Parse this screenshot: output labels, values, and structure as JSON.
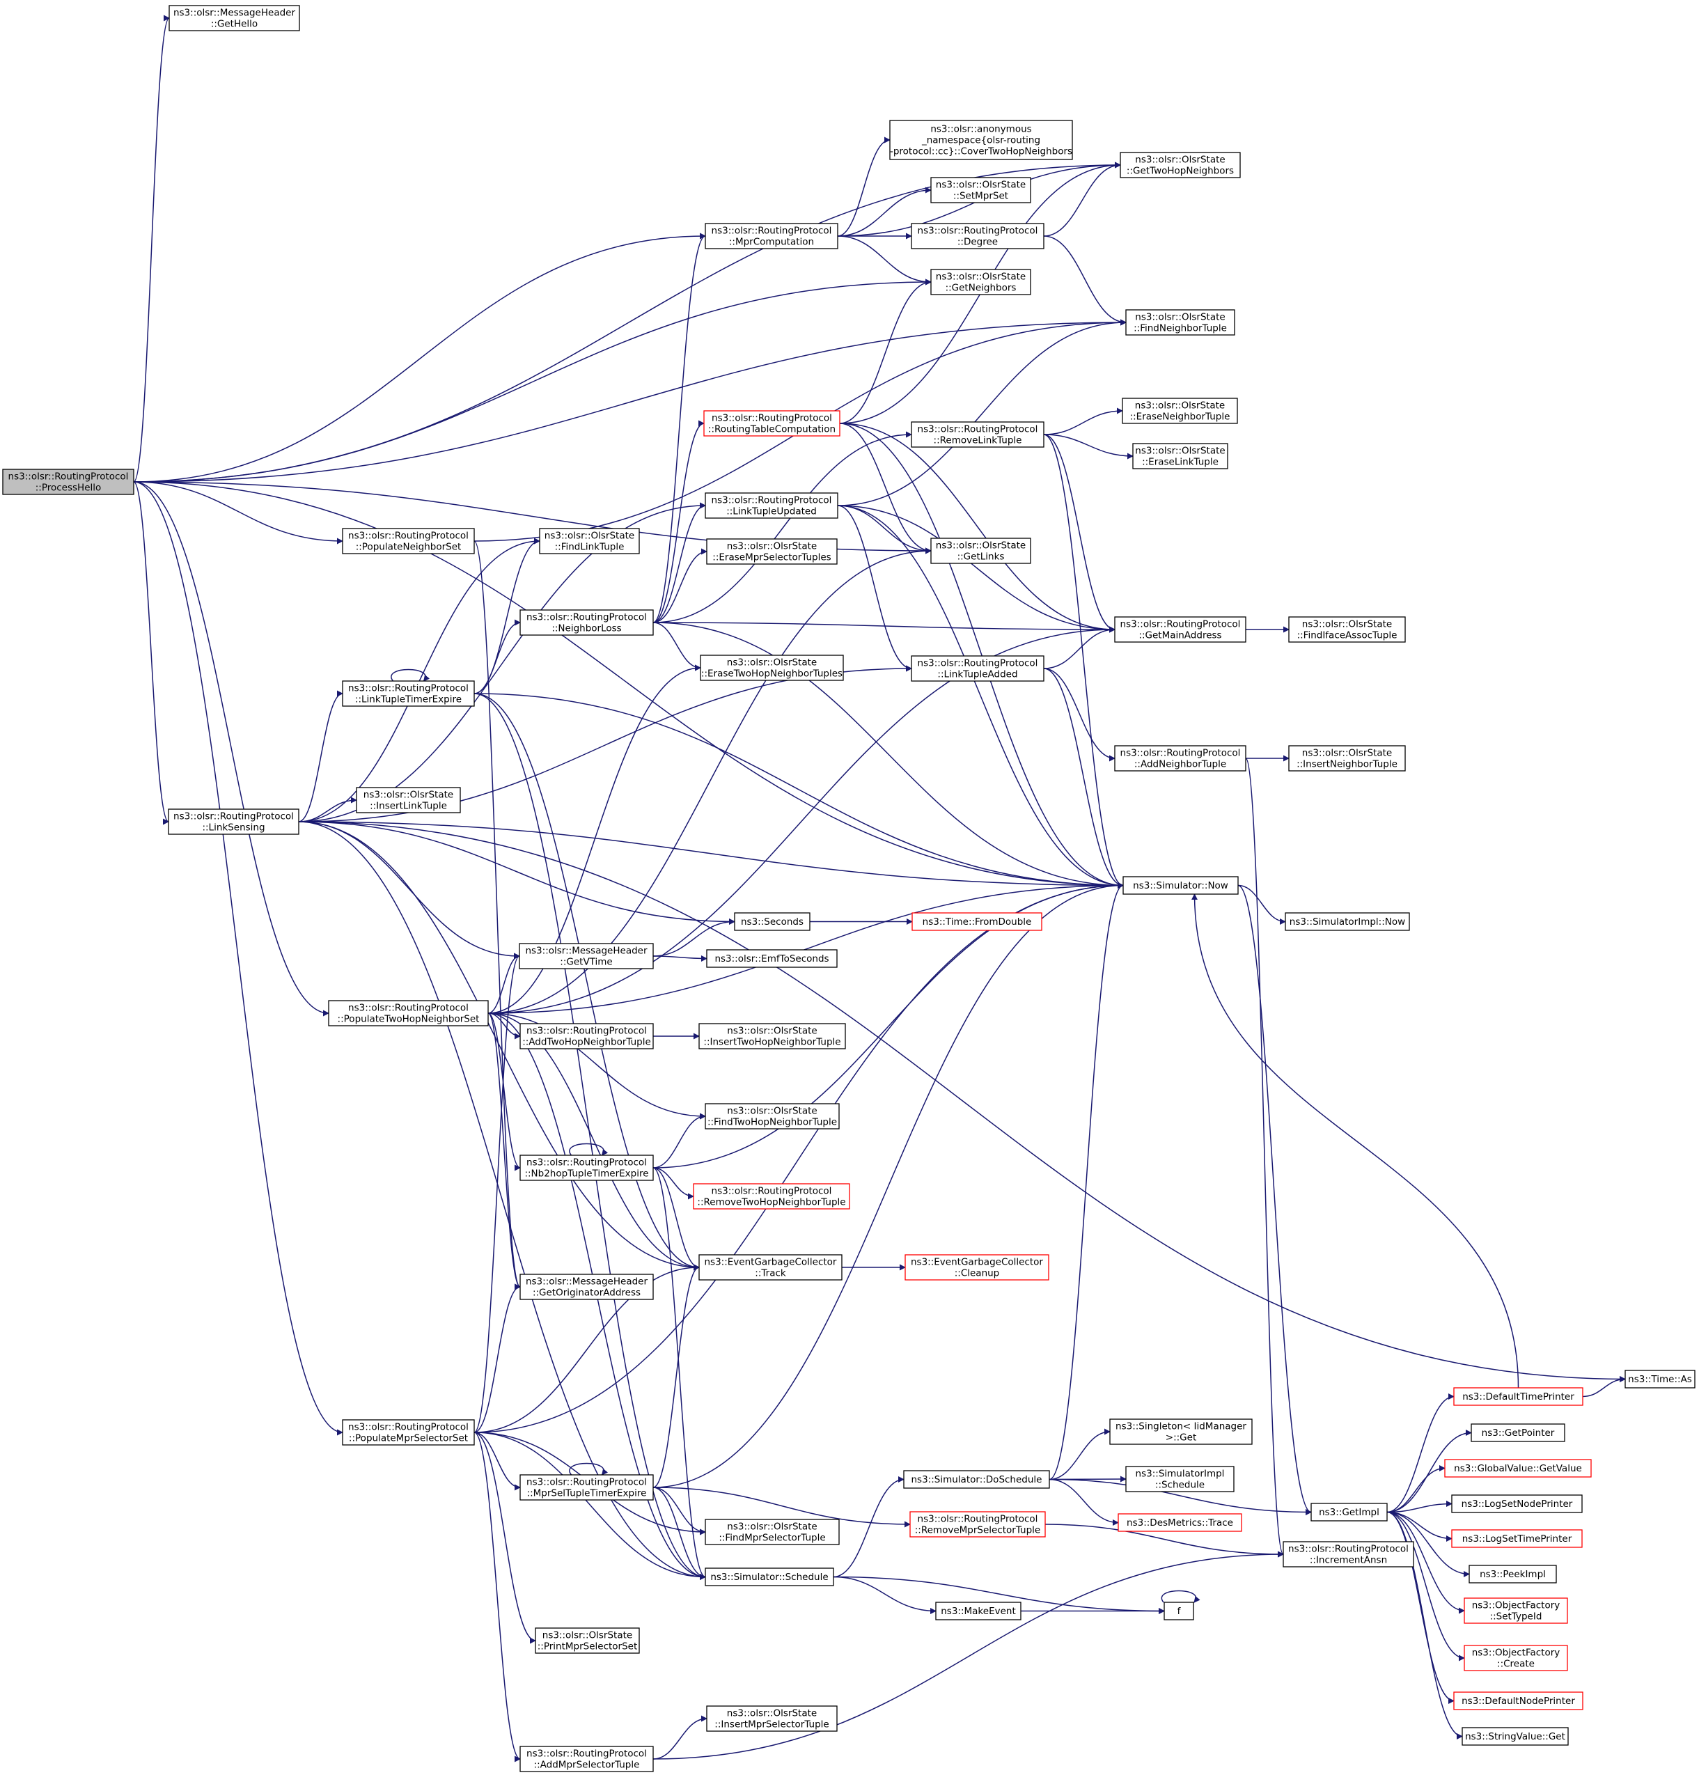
{
  "colors": {
    "edge": "#191970",
    "box": "#000000",
    "highlight_box": "#ff0000",
    "root_fill": "#bfbfbf"
  },
  "nodes": [
    {
      "id": "ProcessHello",
      "lines": [
        "ns3::olsr::RoutingProtocol",
        "::ProcessHello"
      ],
      "root": true
    },
    {
      "id": "GetHello",
      "lines": [
        "ns3::olsr::MessageHeader",
        "::GetHello"
      ]
    },
    {
      "id": "MprComputation",
      "lines": [
        "ns3::olsr::RoutingProtocol",
        "::MprComputation"
      ]
    },
    {
      "id": "CoverTwoHop",
      "lines": [
        "ns3::olsr::anonymous",
        "_namespace{olsr-routing",
        "-protocol::cc}::CoverTwoHopNeighbors"
      ]
    },
    {
      "id": "SetMprSet",
      "lines": [
        "ns3::olsr::OlsrState",
        "::SetMprSet"
      ]
    },
    {
      "id": "Degree",
      "lines": [
        "ns3::olsr::RoutingProtocol",
        "::Degree"
      ]
    },
    {
      "id": "GetNeighbors",
      "lines": [
        "ns3::olsr::OlsrState",
        "::GetNeighbors"
      ]
    },
    {
      "id": "GetTwoHopNeighbors",
      "lines": [
        "ns3::olsr::OlsrState",
        "::GetTwoHopNeighbors"
      ]
    },
    {
      "id": "FindNeighborTuple",
      "lines": [
        "ns3::olsr::OlsrState",
        "::FindNeighborTuple"
      ]
    },
    {
      "id": "RoutingTableComputation",
      "lines": [
        "ns3::olsr::RoutingProtocol",
        "::RoutingTableComputation"
      ],
      "red": true
    },
    {
      "id": "RemoveLinkTuple",
      "lines": [
        "ns3::olsr::RoutingProtocol",
        "::RemoveLinkTuple"
      ]
    },
    {
      "id": "EraseNeighborTuple",
      "lines": [
        "ns3::olsr::OlsrState",
        "::EraseNeighborTuple"
      ]
    },
    {
      "id": "EraseLinkTuple",
      "lines": [
        "ns3::olsr::OlsrState",
        "::EraseLinkTuple"
      ]
    },
    {
      "id": "PopulateNeighborSet",
      "lines": [
        "ns3::olsr::RoutingProtocol",
        "::PopulateNeighborSet"
      ]
    },
    {
      "id": "FindLinkTuple",
      "lines": [
        "ns3::olsr::OlsrState",
        "::FindLinkTuple"
      ]
    },
    {
      "id": "LinkTupleUpdated",
      "lines": [
        "ns3::olsr::RoutingProtocol",
        "::LinkTupleUpdated"
      ]
    },
    {
      "id": "GetLinks",
      "lines": [
        "ns3::olsr::OlsrState",
        "::GetLinks"
      ]
    },
    {
      "id": "EraseMprSelectorTuples",
      "lines": [
        "ns3::olsr::OlsrState",
        "::EraseMprSelectorTuples"
      ]
    },
    {
      "id": "NeighborLoss",
      "lines": [
        "ns3::olsr::RoutingProtocol",
        "::NeighborLoss"
      ]
    },
    {
      "id": "GetMainAddress",
      "lines": [
        "ns3::olsr::RoutingProtocol",
        "::GetMainAddress"
      ]
    },
    {
      "id": "FindIfaceAssocTuple",
      "lines": [
        "ns3::olsr::OlsrState",
        "::FindIfaceAssocTuple"
      ]
    },
    {
      "id": "EraseTwoHopNeighborTuples",
      "lines": [
        "ns3::olsr::OlsrState",
        "::EraseTwoHopNeighborTuples"
      ]
    },
    {
      "id": "LinkTupleAdded",
      "lines": [
        "ns3::olsr::RoutingProtocol",
        "::LinkTupleAdded"
      ]
    },
    {
      "id": "LinkTupleTimerExpire",
      "lines": [
        "ns3::olsr::RoutingProtocol",
        "::LinkTupleTimerExpire"
      ]
    },
    {
      "id": "AddNeighborTuple",
      "lines": [
        "ns3::olsr::RoutingProtocol",
        "::AddNeighborTuple"
      ]
    },
    {
      "id": "InsertNeighborTuple",
      "lines": [
        "ns3::olsr::OlsrState",
        "::InsertNeighborTuple"
      ]
    },
    {
      "id": "InsertLinkTuple",
      "lines": [
        "ns3::olsr::OlsrState",
        "::InsertLinkTuple"
      ]
    },
    {
      "id": "LinkSensing",
      "lines": [
        "ns3::olsr::RoutingProtocol",
        "::LinkSensing"
      ]
    },
    {
      "id": "SimulatorNow",
      "lines": [
        "ns3::Simulator::Now"
      ]
    },
    {
      "id": "SimulatorImplNow",
      "lines": [
        "ns3::SimulatorImpl::Now"
      ]
    },
    {
      "id": "Seconds",
      "lines": [
        "ns3::Seconds"
      ]
    },
    {
      "id": "FromDouble",
      "lines": [
        "ns3::Time::FromDouble"
      ],
      "red": true
    },
    {
      "id": "GetVTime",
      "lines": [
        "ns3::olsr::MessageHeader",
        "::GetVTime"
      ]
    },
    {
      "id": "EmfToSeconds",
      "lines": [
        "ns3::olsr::EmfToSeconds"
      ]
    },
    {
      "id": "PopulateTwoHopNeighborSet",
      "lines": [
        "ns3::olsr::RoutingProtocol",
        "::PopulateTwoHopNeighborSet"
      ]
    },
    {
      "id": "AddTwoHopNeighborTuple",
      "lines": [
        "ns3::olsr::RoutingProtocol",
        "::AddTwoHopNeighborTuple"
      ]
    },
    {
      "id": "InsertTwoHopNeighborTuple",
      "lines": [
        "ns3::olsr::OlsrState",
        "::InsertTwoHopNeighborTuple"
      ]
    },
    {
      "id": "FindTwoHopNeighborTuple",
      "lines": [
        "ns3::olsr::OlsrState",
        "::FindTwoHopNeighborTuple"
      ]
    },
    {
      "id": "Nb2hopTupleTimerExpire",
      "lines": [
        "ns3::olsr::RoutingProtocol",
        "::Nb2hopTupleTimerExpire"
      ]
    },
    {
      "id": "RemoveTwoHopNeighborTuple",
      "lines": [
        "ns3::olsr::RoutingProtocol",
        "::RemoveTwoHopNeighborTuple"
      ],
      "red": true
    },
    {
      "id": "EGCTrack",
      "lines": [
        "ns3::EventGarbageCollector",
        "::Track"
      ]
    },
    {
      "id": "EGCCleanup",
      "lines": [
        "ns3::EventGarbageCollector",
        "::Cleanup"
      ],
      "red": true
    },
    {
      "id": "GetOriginatorAddress",
      "lines": [
        "ns3::olsr::MessageHeader",
        "::GetOriginatorAddress"
      ]
    },
    {
      "id": "TimeAs",
      "lines": [
        "ns3::Time::As"
      ]
    },
    {
      "id": "DefaultTimePrinter",
      "lines": [
        "ns3::DefaultTimePrinter"
      ],
      "red": true
    },
    {
      "id": "PopulateMprSelectorSet",
      "lines": [
        "ns3::olsr::RoutingProtocol",
        "::PopulateMprSelectorSet"
      ]
    },
    {
      "id": "SingletonGet",
      "lines": [
        "ns3::Singleton< IidManager",
        " >::Get"
      ]
    },
    {
      "id": "GetPointer",
      "lines": [
        "ns3::GetPointer"
      ]
    },
    {
      "id": "SimulatorDoSchedule",
      "lines": [
        "ns3::Simulator::DoSchedule"
      ]
    },
    {
      "id": "SimulatorImplSchedule",
      "lines": [
        "ns3::SimulatorImpl",
        "::Schedule"
      ]
    },
    {
      "id": "GlobalValueGetValue",
      "lines": [
        "ns3::GlobalValue::GetValue"
      ],
      "red": true
    },
    {
      "id": "MprSelTupleTimerExpire",
      "lines": [
        "ns3::olsr::RoutingProtocol",
        "::MprSelTupleTimerExpire"
      ]
    },
    {
      "id": "DesMetricsTrace",
      "lines": [
        "ns3::DesMetrics::Trace"
      ],
      "red": true
    },
    {
      "id": "GetImpl",
      "lines": [
        "ns3::GetImpl"
      ]
    },
    {
      "id": "LogSetNodePrinter",
      "lines": [
        "ns3::LogSetNodePrinter"
      ]
    },
    {
      "id": "RemoveMprSelectorTuple",
      "lines": [
        "ns3::olsr::RoutingProtocol",
        "::RemoveMprSelectorTuple"
      ],
      "red": true
    },
    {
      "id": "FindMprSelectorTuple",
      "lines": [
        "ns3::olsr::OlsrState",
        "::FindMprSelectorTuple"
      ]
    },
    {
      "id": "LogSetTimePrinter",
      "lines": [
        "ns3::LogSetTimePrinter"
      ],
      "red": true
    },
    {
      "id": "IncrementAnsn",
      "lines": [
        "ns3::olsr::RoutingProtocol",
        "::IncrementAnsn"
      ]
    },
    {
      "id": "SimulatorSchedule",
      "lines": [
        "ns3::Simulator::Schedule"
      ]
    },
    {
      "id": "PeekImpl",
      "lines": [
        "ns3::PeekImpl"
      ]
    },
    {
      "id": "MakeEvent",
      "lines": [
        "ns3::MakeEvent"
      ]
    },
    {
      "id": "f",
      "lines": [
        "f"
      ]
    },
    {
      "id": "ObjectFactorySetTypeId",
      "lines": [
        "ns3::ObjectFactory",
        "::SetTypeId"
      ],
      "red": true
    },
    {
      "id": "PrintMprSelectorSet",
      "lines": [
        "ns3::olsr::OlsrState",
        "::PrintMprSelectorSet"
      ]
    },
    {
      "id": "ObjectFactoryCreate",
      "lines": [
        "ns3::ObjectFactory",
        "::Create"
      ],
      "red": true
    },
    {
      "id": "DefaultNodePrinter",
      "lines": [
        "ns3::DefaultNodePrinter"
      ],
      "red": true
    },
    {
      "id": "InsertMprSelectorTuple",
      "lines": [
        "ns3::olsr::OlsrState",
        "::InsertMprSelectorTuple"
      ]
    },
    {
      "id": "StringValueGet",
      "lines": [
        "ns3::StringValue::Get"
      ]
    },
    {
      "id": "AddMprSelectorTuple",
      "lines": [
        "ns3::olsr::RoutingProtocol",
        "::AddMprSelectorTuple"
      ]
    }
  ],
  "edges": [
    [
      "ProcessHello",
      "GetHello"
    ],
    [
      "ProcessHello",
      "GetTwoHopNeighbors"
    ],
    [
      "ProcessHello",
      "MprComputation"
    ],
    [
      "ProcessHello",
      "GetNeighbors"
    ],
    [
      "ProcessHello",
      "FindNeighborTuple"
    ],
    [
      "ProcessHello",
      "GetLinks"
    ],
    [
      "ProcessHello",
      "PopulateNeighborSet"
    ],
    [
      "ProcessHello",
      "SimulatorNow"
    ],
    [
      "ProcessHello",
      "LinkSensing"
    ],
    [
      "ProcessHello",
      "PopulateTwoHopNeighborSet"
    ],
    [
      "ProcessHello",
      "PopulateMprSelectorSet"
    ],
    [
      "MprComputation",
      "GetTwoHopNeighbors"
    ],
    [
      "MprComputation",
      "CoverTwoHop"
    ],
    [
      "MprComputation",
      "SetMprSet"
    ],
    [
      "MprComputation",
      "Degree"
    ],
    [
      "MprComputation",
      "GetNeighbors"
    ],
    [
      "Degree",
      "GetTwoHopNeighbors"
    ],
    [
      "Degree",
      "FindNeighborTuple"
    ],
    [
      "RoutingTableComputation",
      "GetTwoHopNeighbors"
    ],
    [
      "RoutingTableComputation",
      "GetNeighbors"
    ],
    [
      "RoutingTableComputation",
      "GetLinks"
    ],
    [
      "RoutingTableComputation",
      "GetMainAddress"
    ],
    [
      "RoutingTableComputation",
      "SimulatorNow"
    ],
    [
      "RemoveLinkTuple",
      "EraseNeighborTuple"
    ],
    [
      "RemoveLinkTuple",
      "EraseLinkTuple"
    ],
    [
      "RemoveLinkTuple",
      "GetMainAddress"
    ],
    [
      "RemoveLinkTuple",
      "SimulatorNow"
    ],
    [
      "PopulateNeighborSet",
      "FindNeighborTuple"
    ],
    [
      "PopulateNeighborSet",
      "GetOriginatorAddress"
    ],
    [
      "LinkTupleUpdated",
      "FindNeighborTuple"
    ],
    [
      "LinkTupleUpdated",
      "GetLinks"
    ],
    [
      "LinkTupleUpdated",
      "GetMainAddress"
    ],
    [
      "LinkTupleUpdated",
      "LinkTupleAdded"
    ],
    [
      "LinkTupleUpdated",
      "SimulatorNow"
    ],
    [
      "NeighborLoss",
      "MprComputation"
    ],
    [
      "NeighborLoss",
      "RoutingTableComputation"
    ],
    [
      "NeighborLoss",
      "RemoveLinkTuple"
    ],
    [
      "NeighborLoss",
      "LinkTupleUpdated"
    ],
    [
      "NeighborLoss",
      "EraseMprSelectorTuples"
    ],
    [
      "NeighborLoss",
      "EraseTwoHopNeighborTuples"
    ],
    [
      "NeighborLoss",
      "GetMainAddress"
    ],
    [
      "NeighborLoss",
      "SimulatorNow"
    ],
    [
      "GetMainAddress",
      "FindIfaceAssocTuple"
    ],
    [
      "LinkTupleAdded",
      "GetMainAddress"
    ],
    [
      "LinkTupleAdded",
      "AddNeighborTuple"
    ],
    [
      "LinkTupleAdded",
      "SimulatorNow"
    ],
    [
      "AddNeighborTuple",
      "InsertNeighborTuple"
    ],
    [
      "AddNeighborTuple",
      "IncrementAnsn"
    ],
    [
      "LinkTupleTimerExpire",
      "LinkTupleTimerExpire"
    ],
    [
      "LinkTupleTimerExpire",
      "FindLinkTuple"
    ],
    [
      "LinkTupleTimerExpire",
      "NeighborLoss"
    ],
    [
      "LinkTupleTimerExpire",
      "SimulatorNow"
    ],
    [
      "LinkTupleTimerExpire",
      "EGCTrack"
    ],
    [
      "LinkTupleTimerExpire",
      "SimulatorSchedule"
    ],
    [
      "LinkSensing",
      "LinkTupleUpdated"
    ],
    [
      "LinkSensing",
      "FindLinkTuple"
    ],
    [
      "LinkSensing",
      "LinkTupleTimerExpire"
    ],
    [
      "LinkSensing",
      "LinkTupleAdded"
    ],
    [
      "LinkSensing",
      "InsertLinkTuple"
    ],
    [
      "LinkSensing",
      "SimulatorNow"
    ],
    [
      "LinkSensing",
      "Seconds"
    ],
    [
      "LinkSensing",
      "GetVTime"
    ],
    [
      "LinkSensing",
      "EGCTrack"
    ],
    [
      "LinkSensing",
      "TimeAs"
    ],
    [
      "LinkSensing",
      "SimulatorSchedule"
    ],
    [
      "SimulatorNow",
      "SimulatorImplNow"
    ],
    [
      "SimulatorNow",
      "GetImpl"
    ],
    [
      "Seconds",
      "FromDouble"
    ],
    [
      "GetVTime",
      "Seconds"
    ],
    [
      "GetVTime",
      "EmfToSeconds"
    ],
    [
      "PopulateTwoHopNeighborSet",
      "GetLinks"
    ],
    [
      "PopulateTwoHopNeighborSet",
      "EraseTwoHopNeighborTuples"
    ],
    [
      "PopulateTwoHopNeighborSet",
      "GetMainAddress"
    ],
    [
      "PopulateTwoHopNeighborSet",
      "GetVTime"
    ],
    [
      "PopulateTwoHopNeighborSet",
      "SimulatorNow"
    ],
    [
      "PopulateTwoHopNeighborSet",
      "AddTwoHopNeighborTuple"
    ],
    [
      "PopulateTwoHopNeighborSet",
      "FindTwoHopNeighborTuple"
    ],
    [
      "PopulateTwoHopNeighborSet",
      "Nb2hopTupleTimerExpire"
    ],
    [
      "PopulateTwoHopNeighborSet",
      "EGCTrack"
    ],
    [
      "PopulateTwoHopNeighborSet",
      "GetOriginatorAddress"
    ],
    [
      "PopulateTwoHopNeighborSet",
      "SimulatorSchedule"
    ],
    [
      "AddTwoHopNeighborTuple",
      "InsertTwoHopNeighborTuple"
    ],
    [
      "Nb2hopTupleTimerExpire",
      "Nb2hopTupleTimerExpire"
    ],
    [
      "Nb2hopTupleTimerExpire",
      "FindTwoHopNeighborTuple"
    ],
    [
      "Nb2hopTupleTimerExpire",
      "SimulatorNow"
    ],
    [
      "Nb2hopTupleTimerExpire",
      "RemoveTwoHopNeighborTuple"
    ],
    [
      "Nb2hopTupleTimerExpire",
      "EGCTrack"
    ],
    [
      "Nb2hopTupleTimerExpire",
      "SimulatorSchedule"
    ],
    [
      "EGCTrack",
      "EGCCleanup"
    ],
    [
      "DefaultTimePrinter",
      "TimeAs"
    ],
    [
      "DefaultTimePrinter",
      "SimulatorNow"
    ],
    [
      "PopulateMprSelectorSet",
      "GetVTime"
    ],
    [
      "PopulateMprSelectorSet",
      "SimulatorNow"
    ],
    [
      "PopulateMprSelectorSet",
      "EGCTrack"
    ],
    [
      "PopulateMprSelectorSet",
      "GetOriginatorAddress"
    ],
    [
      "PopulateMprSelectorSet",
      "MprSelTupleTimerExpire"
    ],
    [
      "PopulateMprSelectorSet",
      "FindMprSelectorTuple"
    ],
    [
      "PopulateMprSelectorSet",
      "SimulatorSchedule"
    ],
    [
      "PopulateMprSelectorSet",
      "PrintMprSelectorSet"
    ],
    [
      "PopulateMprSelectorSet",
      "AddMprSelectorTuple"
    ],
    [
      "MprSelTupleTimerExpire",
      "MprSelTupleTimerExpire"
    ],
    [
      "MprSelTupleTimerExpire",
      "SimulatorNow"
    ],
    [
      "MprSelTupleTimerExpire",
      "EGCTrack"
    ],
    [
      "MprSelTupleTimerExpire",
      "FindMprSelectorTuple"
    ],
    [
      "MprSelTupleTimerExpire",
      "RemoveMprSelectorTuple"
    ],
    [
      "MprSelTupleTimerExpire",
      "SimulatorSchedule"
    ],
    [
      "RemoveMprSelectorTuple",
      "IncrementAnsn"
    ],
    [
      "SimulatorDoSchedule",
      "SingletonGet"
    ],
    [
      "SimulatorDoSchedule",
      "SimulatorImplSchedule"
    ],
    [
      "SimulatorDoSchedule",
      "DesMetricsTrace"
    ],
    [
      "SimulatorDoSchedule",
      "GetImpl"
    ],
    [
      "SimulatorDoSchedule",
      "SimulatorNow"
    ],
    [
      "SimulatorSchedule",
      "SimulatorDoSchedule"
    ],
    [
      "SimulatorSchedule",
      "MakeEvent"
    ],
    [
      "SimulatorSchedule",
      "f"
    ],
    [
      "MakeEvent",
      "f"
    ],
    [
      "f",
      "f"
    ],
    [
      "GetImpl",
      "DefaultTimePrinter"
    ],
    [
      "GetImpl",
      "GetPointer"
    ],
    [
      "GetImpl",
      "GlobalValueGetValue"
    ],
    [
      "GetImpl",
      "LogSetNodePrinter"
    ],
    [
      "GetImpl",
      "LogSetTimePrinter"
    ],
    [
      "GetImpl",
      "PeekImpl"
    ],
    [
      "GetImpl",
      "ObjectFactorySetTypeId"
    ],
    [
      "GetImpl",
      "ObjectFactoryCreate"
    ],
    [
      "GetImpl",
      "DefaultNodePrinter"
    ],
    [
      "GetImpl",
      "StringValueGet"
    ],
    [
      "AddMprSelectorTuple",
      "InsertMprSelectorTuple"
    ],
    [
      "AddMprSelectorTuple",
      "IncrementAnsn"
    ]
  ]
}
